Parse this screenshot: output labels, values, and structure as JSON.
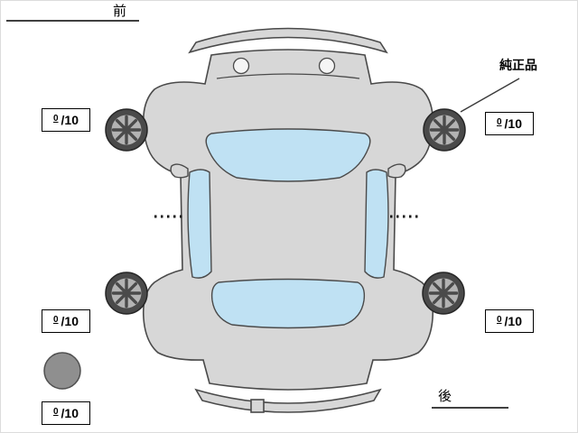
{
  "diagram": {
    "front_label": "前",
    "rear_label": "後",
    "genuine_part_label": "純正品",
    "tread_depth": {
      "front_left": {
        "value": "0",
        "denominator": "/10"
      },
      "front_right": {
        "value": "0",
        "denominator": "/10"
      },
      "rear_left": {
        "value": "0",
        "denominator": "/10"
      },
      "rear_right": {
        "value": "0",
        "denominator": "/10"
      },
      "spare": {
        "value": "0",
        "denominator": "/10"
      }
    },
    "colors": {
      "body": "#d7d7d7",
      "glass": "#bfe1f3",
      "outline": "#4a4a4a",
      "spare_circle": "#8f8f8f",
      "wheel_tire": "#4a4a4a",
      "wheel_rim": "#b3b3b3"
    }
  }
}
